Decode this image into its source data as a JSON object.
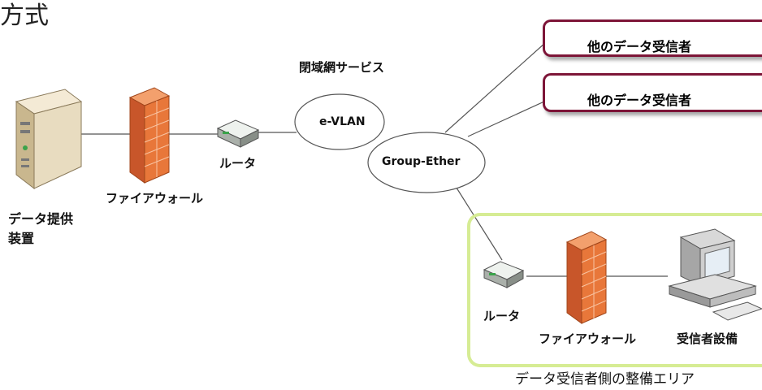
{
  "title_fragment": "方式",
  "network_service_label": "閉域網サービス",
  "evlan_label": "e-VLAN",
  "group_ether_label": "Group-Ether",
  "other_receiver_1": "他のデータ受信者",
  "other_receiver_2": "他のデータ受信者",
  "data_provider_label": "データ提供\n装置",
  "firewall_left_label": "ファイアウォール",
  "router_left_label": "ルータ",
  "router_right_label": "ルータ",
  "firewall_right_label": "ファイアウォール",
  "receiver_equipment_label": "受信者設備",
  "receiver_area_label": "データ受信者側の整備エリア",
  "colors": {
    "box_border": "#7d1538",
    "area_border": "#d6ec94",
    "firewall_orange": "#e8773a",
    "router_green": "#3aa34a"
  }
}
